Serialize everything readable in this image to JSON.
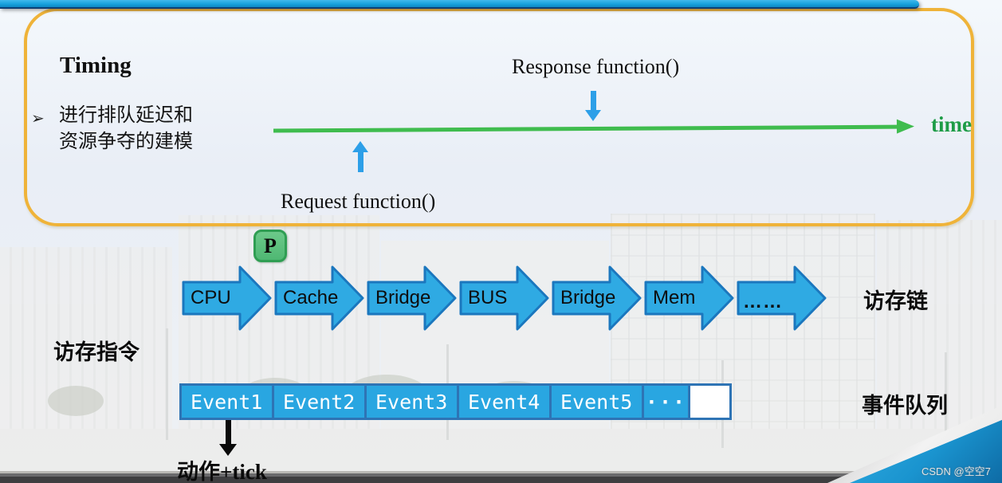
{
  "slide": {
    "header": {
      "title": "Timing"
    },
    "bullet": {
      "marker": "➢",
      "line1": "进行排队延迟和",
      "line2": "资源争夺的建模"
    },
    "timeline": {
      "response_label": "Response function()",
      "request_label": "Request function()",
      "time_label": "time"
    },
    "p_badge": "P",
    "chain": {
      "items": [
        "CPU",
        "Cache",
        "Bridge",
        "BUS",
        "Bridge",
        "Mem",
        "……"
      ],
      "label": "访存链"
    },
    "instruction_label": "访存指令",
    "queue": {
      "cells": [
        "Event1",
        "Event2",
        "Event3",
        "Event4",
        "Event5",
        "···"
      ],
      "label": "事件队列"
    },
    "action_label": "动作+tick",
    "watermark": "CSDN @空空7",
    "colors": {
      "panel_border": "#efb339",
      "top_bar_blue": "#18a2dd",
      "axis_green": "#3fbc4e",
      "time_text_green": "#1e9c47",
      "block_arrow_fill": "#2faae3",
      "block_arrow_stroke": "#1b77be",
      "event_cell_fill": "#29a6e1",
      "event_border": "#2e74b5",
      "p_badge_fill": "#4fb873",
      "p_badge_border": "#2f9e53",
      "mini_arrow_blue": "#2d9fe8"
    }
  }
}
